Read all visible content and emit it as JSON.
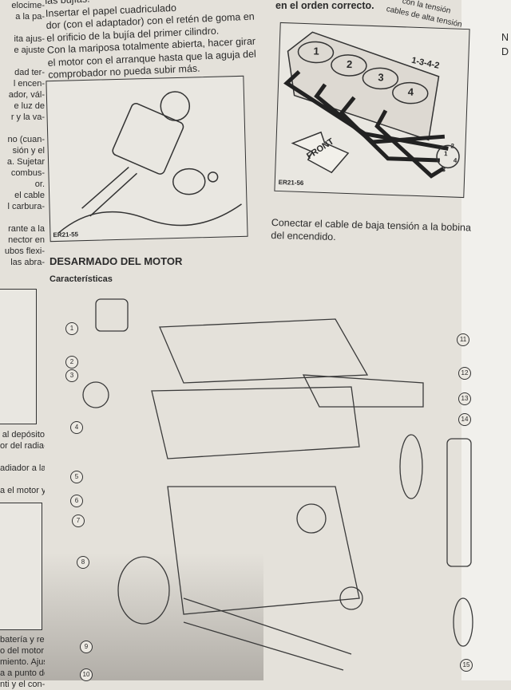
{
  "left_column_fragments": [
    [
      "elocime-",
      "a la pa-",
      "",
      "ita ajus-",
      "e ajuste",
      "",
      "dad ter-",
      "l encen-",
      "ador, vál-",
      "e luz de",
      "r y la va-",
      "",
      "no (cuan-",
      "sión y el",
      "a. Sujetar",
      " combus-",
      "or.",
      "el cable",
      "l carbura-",
      "",
      "rante a la",
      "nector en",
      "ubos flexi-",
      "las abra-"
    ],
    [
      "al depósito",
      "or del radia-",
      "",
      "adiador a la",
      "",
      "a el motor y"
    ],
    [
      "batería y rea-",
      "o del motor a",
      "miento. Ajus-",
      "a a punto del",
      "nti y el con-"
    ]
  ],
  "center_text": [
    "las bujías.",
    "Insertar el papel cuadriculado",
    "dor (con el adaptador) con el retén de goma en",
    "el orificio de la bujía del primer cilindro.",
    "Con la mariposa totalmente abierta, hacer girar",
    "el motor con el arranque hasta que la aguja del",
    "comprobador no pueda subir más."
  ],
  "figure_left": {
    "label": "ER21-55"
  },
  "section_heading": "DESARMADO DEL MOTOR",
  "subheading": "Características",
  "exploded_callouts": [
    "1",
    "2",
    "3",
    "4",
    "5",
    "6",
    "7",
    "8",
    "9",
    "10",
    "11",
    "12",
    "13",
    "14",
    "15"
  ],
  "right_top_text": [
    "en el orden correcto.",
    "con la tensión",
    "cables de alta tensión"
  ],
  "figure_right": {
    "label": "ER21-56",
    "firing_order": "1-3-4-2",
    "cylinders": [
      "1",
      "2",
      "3",
      "4"
    ],
    "front_label": "FRONT",
    "distributor_terminals": [
      "1",
      "2",
      "3",
      "4"
    ]
  },
  "right_caption": [
    "Conectar el cable de baja tensión a la bobina",
    "del encendido."
  ],
  "edge_letters": [
    "N",
    "D"
  ]
}
